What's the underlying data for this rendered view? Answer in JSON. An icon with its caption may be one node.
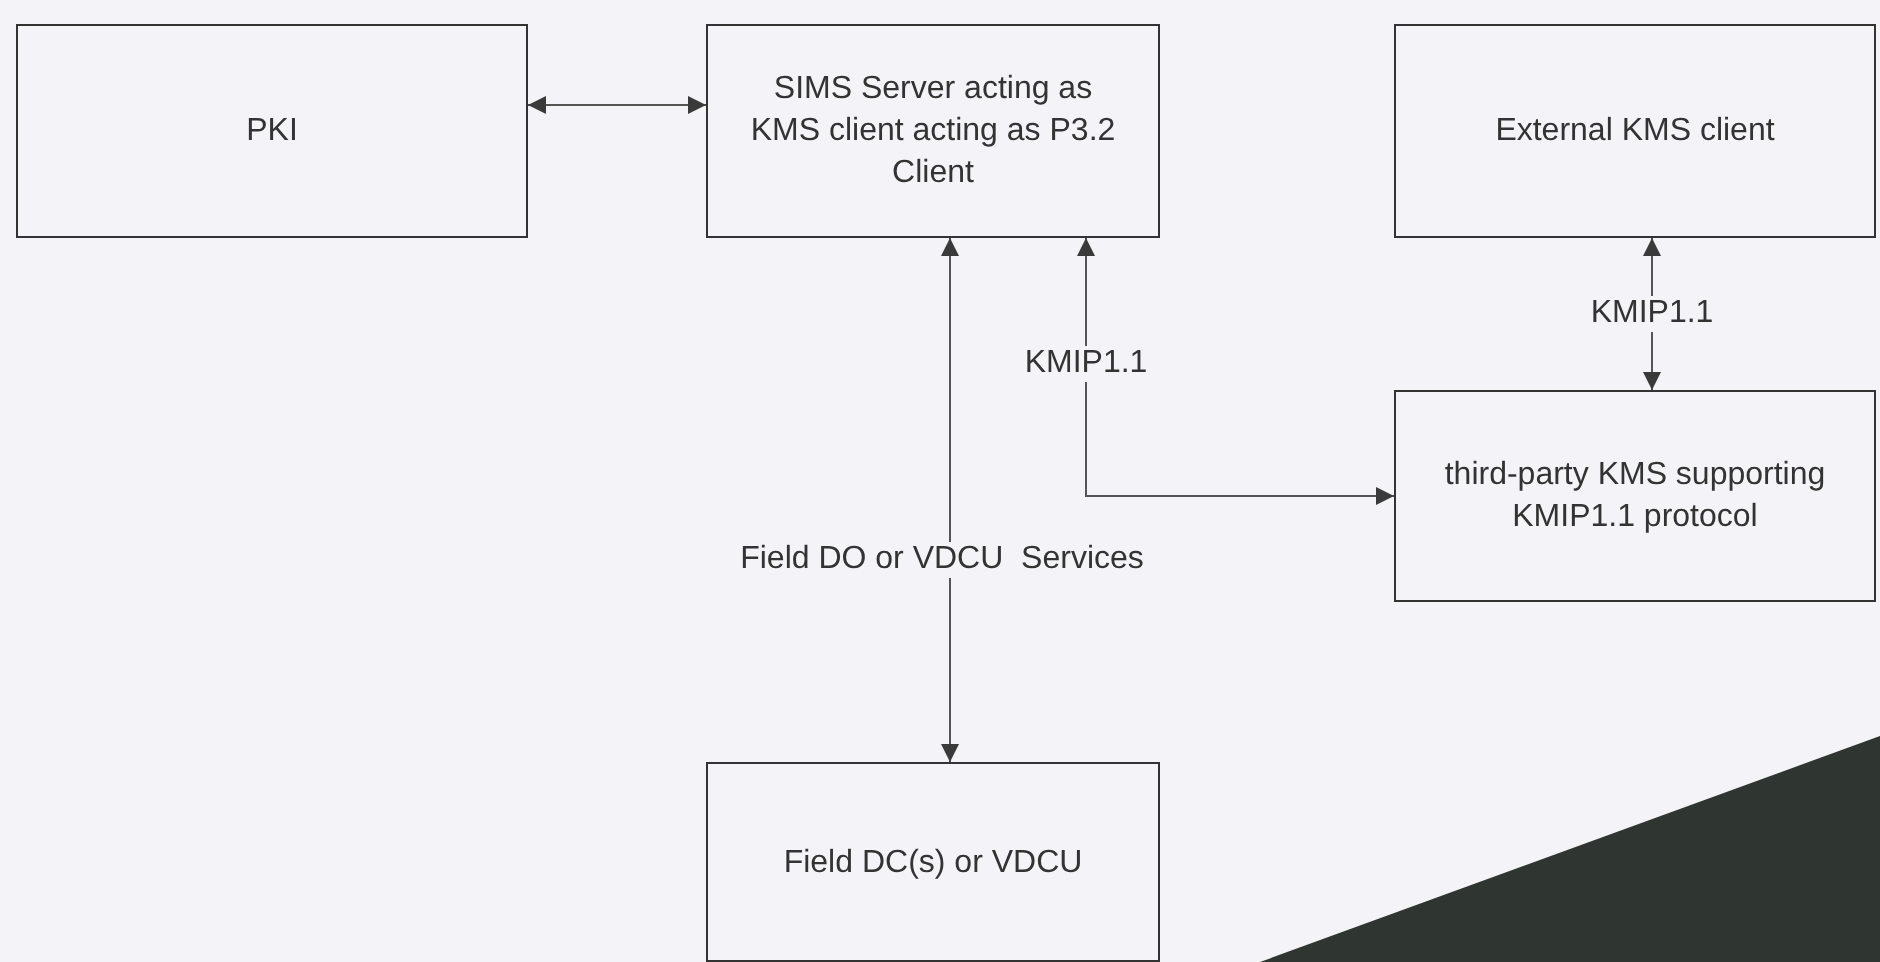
{
  "diagram": {
    "nodes": [
      {
        "text": [
          "PKI"
        ]
      },
      {
        "text": [
          "SIMS Server acting as KMS client acting as P3.2 Client"
        ]
      },
      {
        "text": [
          "External KMS client"
        ]
      },
      {
        "text": [
          "third-party KMS supporting KMIP1.1 protocol"
        ]
      },
      {
        "text": [
          "Field DC(s) or VDCU"
        ]
      }
    ],
    "edges": [
      {
        "from": 0,
        "to": 1,
        "arrow": "both"
      },
      {
        "from": 1,
        "to": 4,
        "arrow": "both",
        "label": "Field DO or VDCU  Services"
      },
      {
        "from": 1,
        "to": 3,
        "arrow": "both",
        "label": "KMIP1.1"
      },
      {
        "from": 2,
        "to": 3,
        "arrow": "both",
        "label": "KMIP1.1"
      }
    ]
  }
}
